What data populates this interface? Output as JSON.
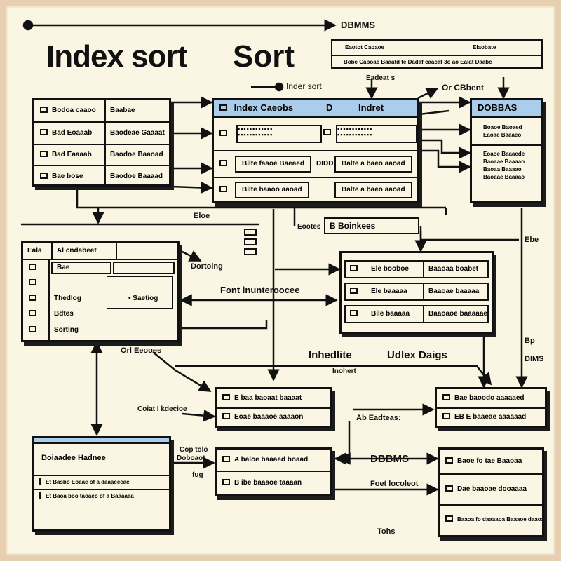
{
  "title_a": "Index sort",
  "title_b": "Sort",
  "top_arrow_label": "DBMMS",
  "legend": {
    "row1_left": "Eaotot Caoaoe",
    "row1_right": "Elaobate",
    "row2": "Bobe Caboae Baaatd te Dadaf caacat 3o ao Ealat Daabe"
  },
  "legend_caption": "Eadeat s",
  "index_sort_label": "Inder sort",
  "cbbent_label": "Or CBbent",
  "box_a": {
    "rows": [
      {
        "left": "Bodoa caaoo",
        "right": "Baabae"
      },
      {
        "left": "Bad Eoaaab",
        "right": "Baodeae Gaaaat"
      },
      {
        "left": "Bad Eaaaab",
        "right": "Baodoe Baaoad"
      },
      {
        "left": "Bae bose",
        "right": "Baodoe Baaaad"
      }
    ]
  },
  "box_b": {
    "header_left": "Index Caeobs",
    "header_mid": "D",
    "header_right": "Indret",
    "row3_left": "Bilte faaoe Baeaed",
    "row3_mid": "DIDD",
    "row3_right": "Balte a baeo aaoad",
    "row4_left": "Bilte baaoo aaoad",
    "row4_right": "Balte a baeo aaoad"
  },
  "box_c": {
    "header": "DOBBAS",
    "group1": [
      "Boaoe Baoaed",
      "Eaoae Baaaeo"
    ],
    "group2": [
      "Eoaoe Baaaede",
      "Baoaae Baaaao",
      "Baoaa Baaaao",
      "Baoaae Baaaao"
    ]
  },
  "side_label": "Eloe",
  "bookes_label": "Eootes",
  "bookes_value": "B Boinkees",
  "box_d": {
    "header_left": "Eala",
    "header_right": "Al cndabeet",
    "row_bae": "Bae",
    "row_thedog": "Thedlog",
    "row_setting": "• Saetiog",
    "row_bdtes": "Bdtes",
    "row_sorting": "Sorting"
  },
  "dortoing_label": "Dortoing",
  "font_label": "Font inunteroocee",
  "box_e": {
    "rows": [
      {
        "left": "Ele booboe",
        "right": "Baaoaa boabet"
      },
      {
        "left": "Ele baaaaa",
        "right": "Baaoae baaaaa"
      },
      {
        "left": "Bile baaaaa",
        "right": "Baaoaoe baaaaae"
      }
    ]
  },
  "ebe_label": "Ebe",
  "orl_label": "Orl Eeooes",
  "inhedlite_label": "Inhedlite",
  "udlex_label": "Udlex Daigs",
  "inohert_label": "Inohert",
  "bp_label": "Bp",
  "dims_label": "DIMS",
  "box_f": {
    "rows": [
      "E baa baoaat baaaat",
      "Eoae baaaoe aaaaon"
    ]
  },
  "coiat_label": "Coiat I kdecioe",
  "box_g": {
    "rows": [
      "Bae baoodo aaaaaed",
      "EB E baaeae aaaaaad"
    ]
  },
  "ab_label": "Ab Eadteas:",
  "box_h": {
    "header": "Doiaadee Hadnee",
    "rows": [
      "Et Basbo Eoaae of a daaaeeeae",
      "Et Baoa boo taoaeo of a Baaaaaa"
    ]
  },
  "caption_h": [
    "Cop tolo",
    "Doboaot",
    "fug"
  ],
  "box_i": {
    "rows": [
      "A baloe baaaed boaad",
      "B ibe baaaoe taaaan"
    ]
  },
  "dbbms_label": "DBBMS",
  "foet_label": "Foet locoleot",
  "box_j": {
    "rows": [
      "Baoe fo tae Baaoaa",
      "Dae baaoae dooaaaa",
      "Baaoa fo daaaaoa Baaaoe daaoaa"
    ]
  },
  "tohs_label": "Tohs"
}
